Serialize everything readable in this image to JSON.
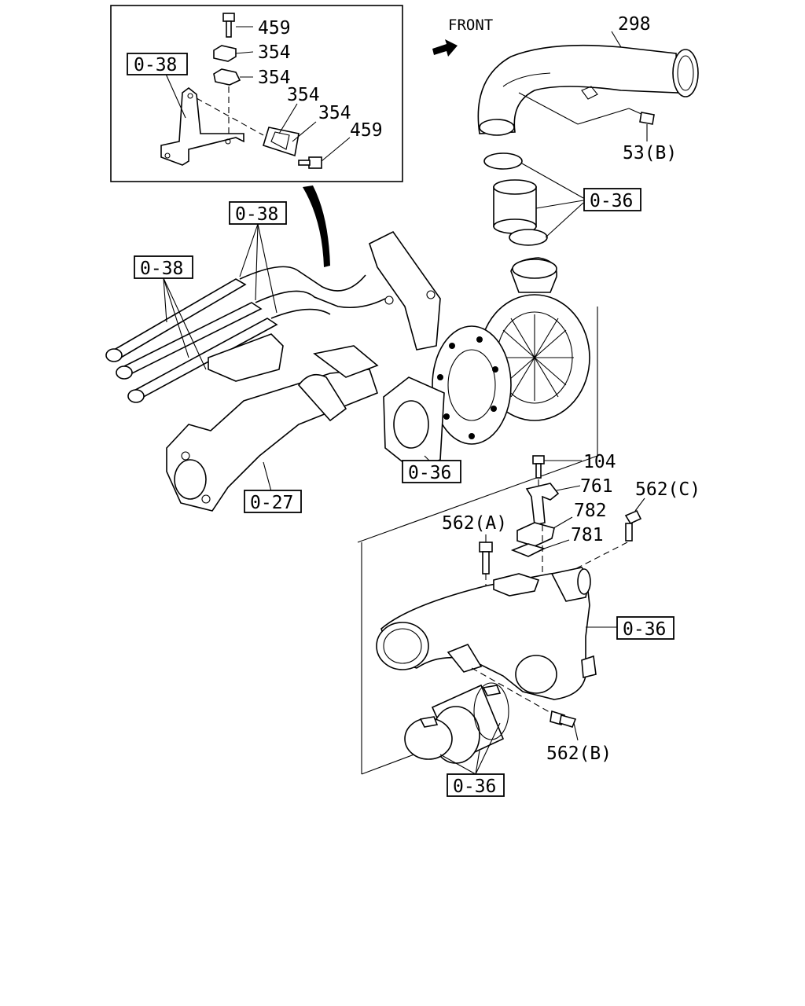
{
  "direction": {
    "label": "FRONT"
  },
  "part_numbers": {
    "p459_top": "459",
    "p354_a": "354",
    "p354_b": "354",
    "p354_c": "354",
    "p354_d": "354",
    "p459_right": "459",
    "p298": "298",
    "p53b": "53(B)",
    "p104": "104",
    "p761": "761",
    "p782": "782",
    "p781": "781",
    "p562a": "562(A)",
    "p562c": "562(C)",
    "p562b": "562(B)"
  },
  "reference_boxes": {
    "ref_038_inset": "0-38",
    "ref_038_upper": "0-38",
    "ref_038_left": "0-38",
    "ref_036_upper_right": "0-36",
    "ref_036_turbo": "0-36",
    "ref_027": "0-27",
    "ref_036_pipe": "0-36",
    "ref_036_bottom": "0-36"
  }
}
